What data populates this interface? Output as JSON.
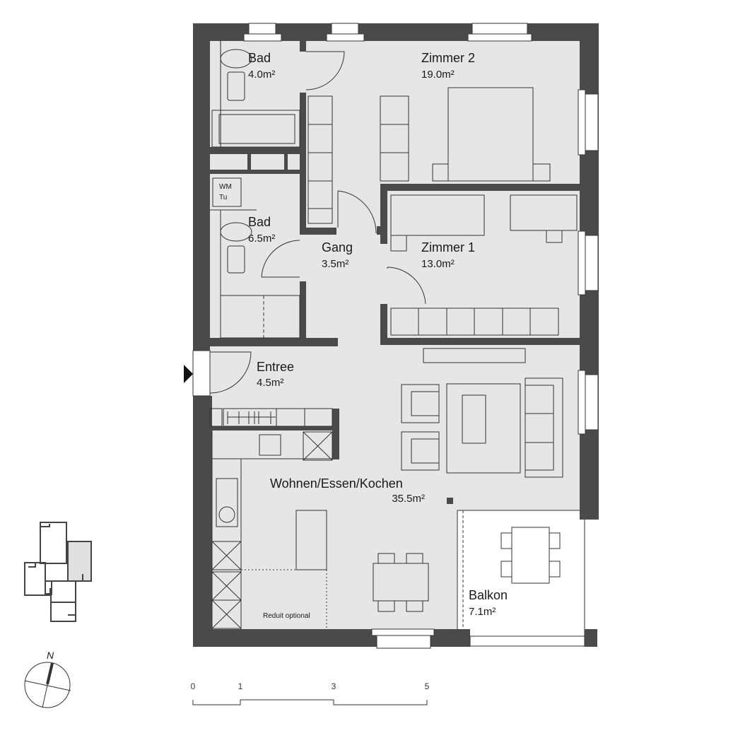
{
  "rooms": [
    {
      "name": "Bad",
      "area": "4.0m²"
    },
    {
      "name": "Zimmer 2",
      "area": "19.0m²"
    },
    {
      "name": "Bad",
      "area": "6.5m²"
    },
    {
      "name": "Gang",
      "area": "3.5m²"
    },
    {
      "name": "Zimmer 1",
      "area": "13.0m²"
    },
    {
      "name": "Entree",
      "area": "4.5m²"
    },
    {
      "name": "Wohnen/Essen/Kochen",
      "area": "35.5m²"
    },
    {
      "name": "Balkon",
      "area": "7.1m²"
    }
  ],
  "appliance": {
    "line1": "WM",
    "line2": "Tu"
  },
  "reduit_label": "Reduit optional",
  "compass_label": "N",
  "scale_bar": {
    "ticks": [
      "0",
      "1",
      "3",
      "5"
    ]
  },
  "colors": {
    "wall": "#4a4a4a",
    "floor": "#e6e6e6",
    "highlight": "#e0e0e0"
  }
}
